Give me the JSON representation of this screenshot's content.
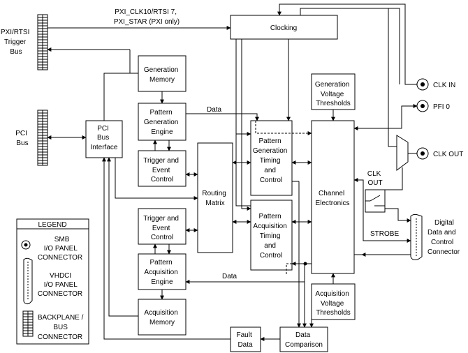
{
  "external": {
    "trigger_bus": [
      "PXI/RTSI",
      "Trigger",
      "Bus"
    ],
    "pci_bus": [
      "PCI",
      "Bus"
    ],
    "clk10_label": [
      "PXI_CLK10/RTSI 7,",
      "PXI_STAR (PXI only)"
    ],
    "clk_in": "CLK IN",
    "pfi0": "PFI 0",
    "clk_out": "CLK OUT",
    "digital_connector": [
      "Digital",
      "Data and",
      "Control",
      "Connector"
    ]
  },
  "blocks": {
    "clocking": "Clocking",
    "pci_interface": [
      "PCI",
      "Bus",
      "Interface"
    ],
    "gen_memory": [
      "Generation",
      "Memory"
    ],
    "pattern_gen_engine": [
      "Pattern",
      "Generation",
      "Engine"
    ],
    "gen_trigger": [
      "Trigger and",
      "Event",
      "Control"
    ],
    "routing_matrix": [
      "Routing",
      "Matrix"
    ],
    "acq_trigger": [
      "Trigger and",
      "Event",
      "Control"
    ],
    "pattern_acq_engine": [
      "Pattern",
      "Acquisition",
      "Engine"
    ],
    "acq_memory": [
      "Acquisition",
      "Memory"
    ],
    "pattern_gen_timing": [
      "Pattern",
      "Generation",
      "Timing",
      "and",
      "Control"
    ],
    "pattern_acq_timing": [
      "Pattern",
      "Acquisition",
      "Timing",
      "and",
      "Control"
    ],
    "gen_thresholds": [
      "Generation",
      "Voltage",
      "Thresholds"
    ],
    "channel_electronics": [
      "Channel",
      "Electronics"
    ],
    "acq_thresholds": [
      "Acquisition",
      "Voltage",
      "Thresholds"
    ],
    "data_comparison": [
      "Data",
      "Comparison"
    ],
    "fault_data": [
      "Fault",
      "Data"
    ],
    "clk_out_mux": [
      "CLK",
      "OUT"
    ]
  },
  "signals": {
    "data_gen": "Data",
    "data_acq": "Data",
    "strobe": "STROBE"
  },
  "legend": {
    "title": "LEGEND",
    "smb": [
      "SMB",
      "I/O PANEL",
      "CONNECTOR"
    ],
    "vhdci": [
      "VHDCI",
      "I/O PANEL",
      "CONNECTOR"
    ],
    "backplane": [
      "BACKPLANE /",
      "BUS",
      "CONNECTOR"
    ]
  }
}
